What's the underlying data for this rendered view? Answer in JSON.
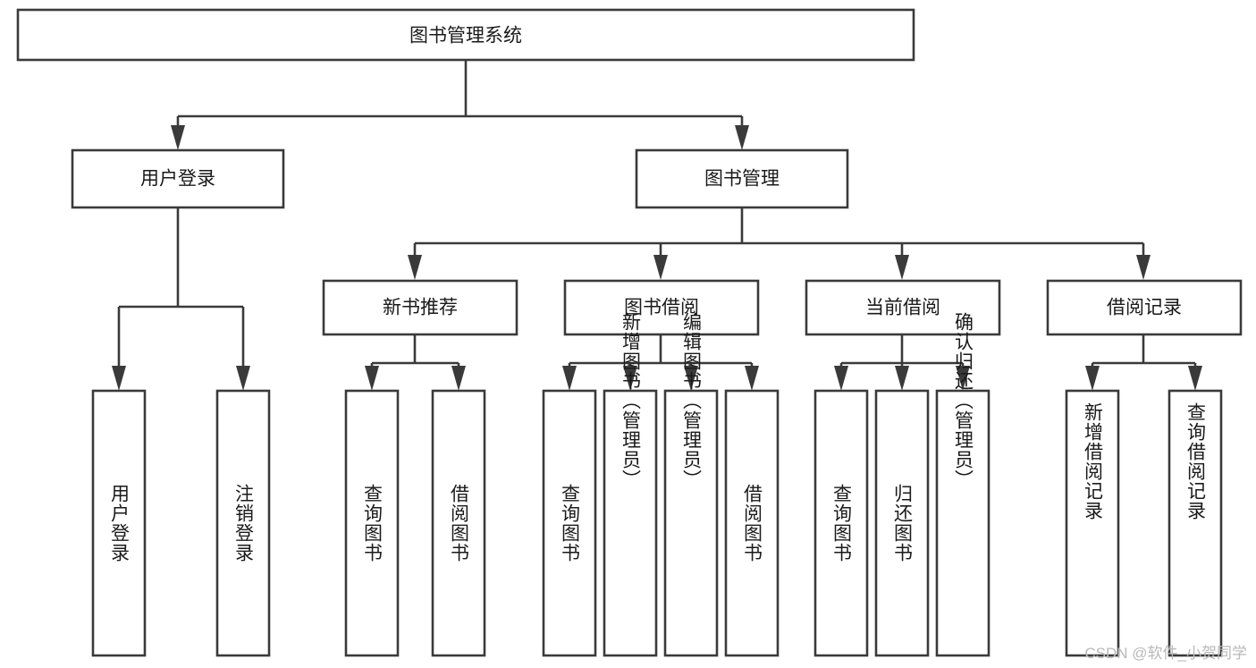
{
  "diagram": {
    "type": "tree-hierarchy",
    "title": "图书管理系统",
    "root": {
      "label": "图书管理系统",
      "id": "root"
    },
    "level2": [
      {
        "id": "user-login",
        "label": "用户登录"
      },
      {
        "id": "book-management",
        "label": "图书管理"
      }
    ],
    "level3": [
      {
        "id": "new-book-recommend",
        "label": "新书推荐",
        "parent": "book-management"
      },
      {
        "id": "book-borrow",
        "label": "图书借阅",
        "parent": "book-management"
      },
      {
        "id": "current-borrow",
        "label": "当前借阅",
        "parent": "book-management"
      },
      {
        "id": "borrow-record",
        "label": "借阅记录",
        "parent": "book-management"
      }
    ],
    "leaves": {
      "user-login": [
        {
          "id": "leaf-user-login",
          "label": "用户登录"
        },
        {
          "id": "leaf-logout-login",
          "label": "注销登录"
        }
      ],
      "new-book-recommend": [
        {
          "id": "leaf-query-book-1",
          "label": "查询图书"
        },
        {
          "id": "leaf-borrow-book-1",
          "label": "借阅图书"
        }
      ],
      "book-borrow": [
        {
          "id": "leaf-query-book-2",
          "label": "查询图书"
        },
        {
          "id": "leaf-add-book",
          "label": "新增图书（管理员）"
        },
        {
          "id": "leaf-edit-book",
          "label": "编辑图书（管理员）"
        },
        {
          "id": "leaf-borrow-book-2",
          "label": "借阅图书"
        }
      ],
      "current-borrow": [
        {
          "id": "leaf-query-book-3",
          "label": "查询图书"
        },
        {
          "id": "leaf-return-book",
          "label": "归还图书"
        },
        {
          "id": "leaf-confirm-return",
          "label": "确认归还（管理员）"
        }
      ],
      "borrow-record": [
        {
          "id": "leaf-add-record",
          "label": "新增借阅记录"
        },
        {
          "id": "leaf-query-record",
          "label": "查询借阅记录"
        }
      ]
    },
    "colors": {
      "stroke": "#3a3a3a",
      "fill": "#ffffff",
      "text": "#1a1a1a",
      "watermark": "#b9b9b9",
      "background": "#ffffff"
    }
  },
  "watermark": {
    "text": "CSDN @软件_小贺同学"
  }
}
